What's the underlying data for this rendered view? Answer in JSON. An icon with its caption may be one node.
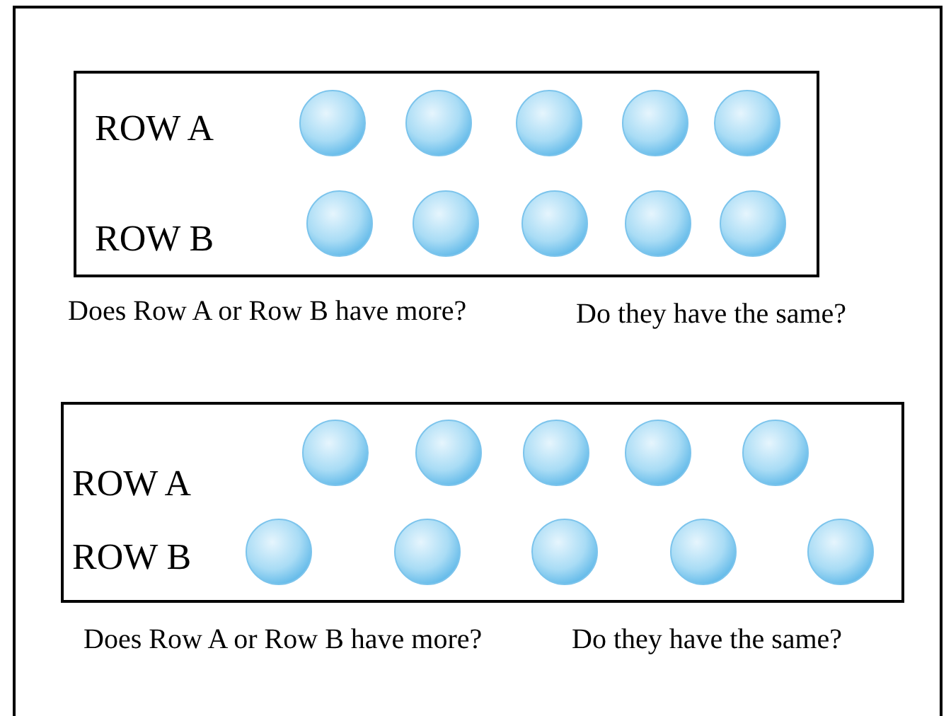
{
  "diagram": {
    "nodes": [
      {
        "text": [
          "ROW A",
          "ROW B"
        ]
      },
      {
        "text": [
          "ROW A",
          "ROW B"
        ]
      }
    ],
    "labels": [
      "Does Row A or Row B have more?",
      "Do they have the same?",
      "Does Row A or Row B have more?",
      "Do they have the same?"
    ]
  }
}
